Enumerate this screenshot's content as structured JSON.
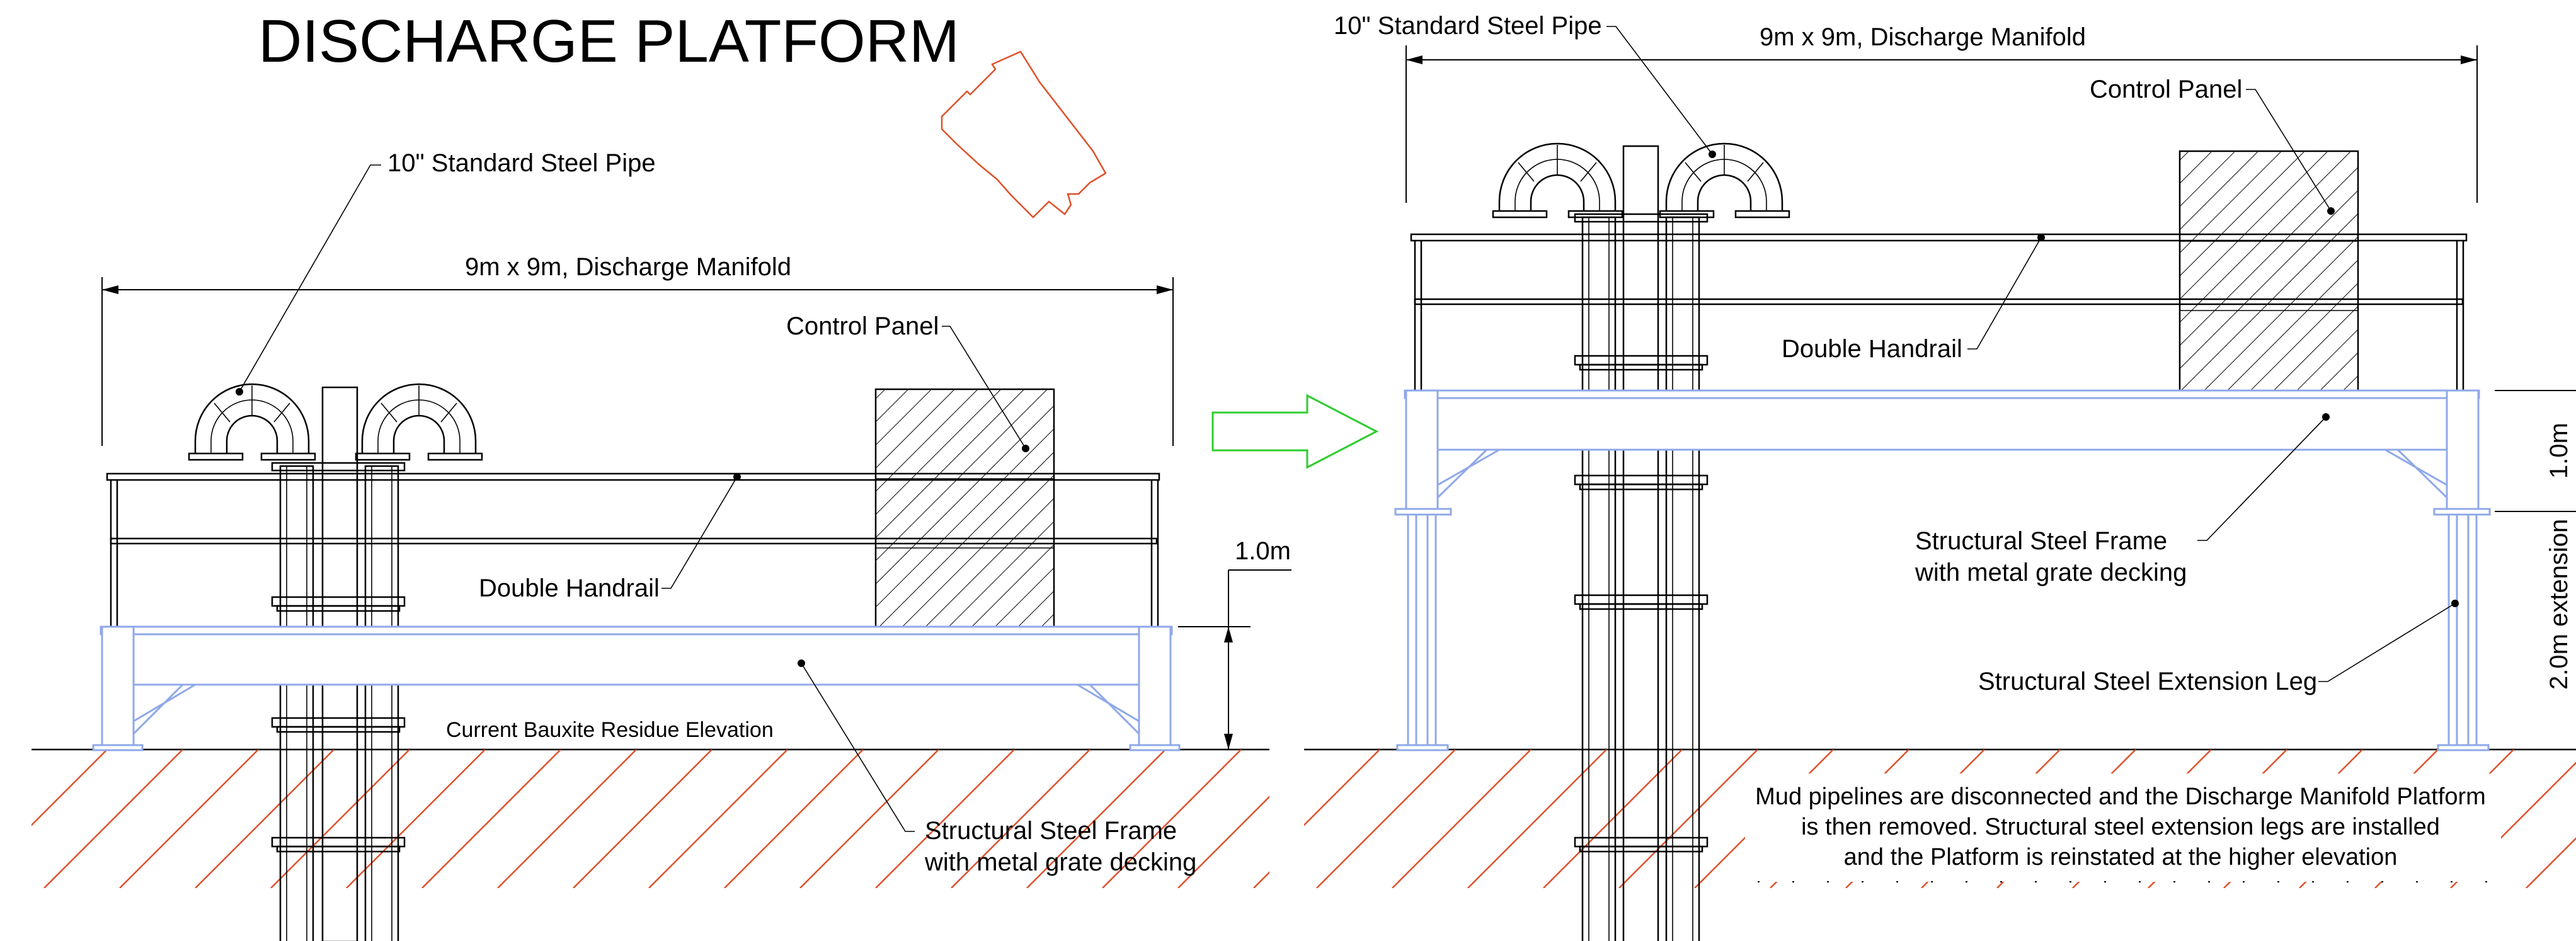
{
  "title": "DISCHARGE PLATFORM",
  "left_panel": {
    "pipe_label": "10\" Standard Steel Pipe",
    "manifold_label": "9m x 9m, Discharge Manifold",
    "control_panel_label": "Control Panel",
    "handrail_label": "Double Handrail",
    "height_label": "1.0m",
    "elevation_label": "Current Bauxite Residue Elevation",
    "frame_label_line1": "Structural Steel Frame",
    "frame_label_line2": "with metal grate decking"
  },
  "right_panel": {
    "pipe_label": "10\" Standard Steel Pipe",
    "manifold_label": "9m x 9m, Discharge Manifold",
    "control_panel_label": "Control Panel",
    "handrail_label": "Double Handrail",
    "frame_label_line1": "Structural Steel Frame",
    "frame_label_line2": "with metal grate decking",
    "extension_leg_label": "Structural Steel Extension Leg",
    "height_label": "1.0m",
    "extension_label": "2.0m extension",
    "note_line1": "Mud pipelines are disconnected and the Discharge Manifold Platform",
    "note_line2": "is then removed. Structural steel extension legs are installed",
    "note_line3": "and the Platform is reinstated at the higher elevation"
  },
  "colors": {
    "line": "#000000",
    "frame": "#8fa8e8",
    "ground_hatch": "#e0502a",
    "arrow": "#2ecc2e",
    "north_marker": "#e02020"
  },
  "icons": {
    "transition_arrow": "right-arrow-icon",
    "north_marker": "site-orientation-icon"
  }
}
